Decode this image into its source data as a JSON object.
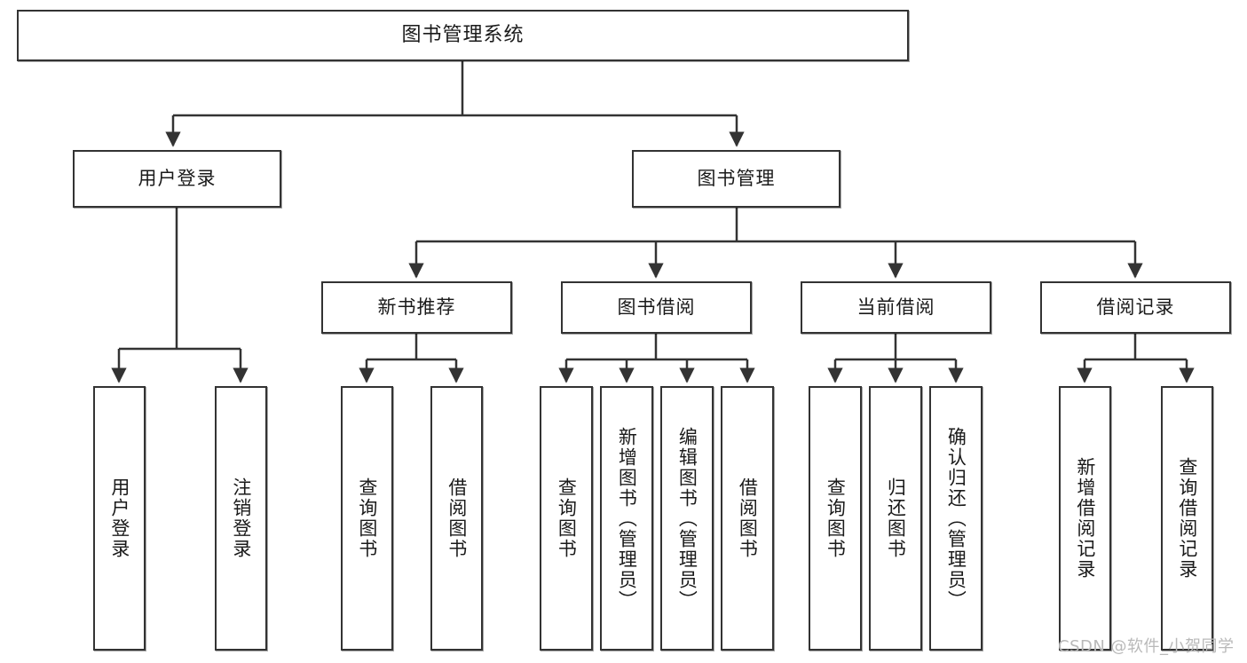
{
  "diagram": {
    "title": "图书管理系统",
    "type": "hierarchy-tree",
    "orientation": "top-down",
    "root": {
      "label": "图书管理系统"
    },
    "level2": [
      {
        "label": "用户登录"
      },
      {
        "label": "图书管理"
      }
    ],
    "level3": [
      {
        "label": "新书推荐"
      },
      {
        "label": "图书借阅"
      },
      {
        "label": "当前借阅"
      },
      {
        "label": "借阅记录"
      }
    ],
    "leaves": {
      "user_login": [
        {
          "label": "用户登录"
        },
        {
          "label": "注销登录"
        }
      ],
      "new_book_recommend": [
        {
          "label": "查询图书"
        },
        {
          "label": "借阅图书"
        }
      ],
      "book_borrow": [
        {
          "label": "查询图书"
        },
        {
          "label": "新增图书（管理员）"
        },
        {
          "label": "编辑图书（管理员）"
        },
        {
          "label": "借阅图书"
        }
      ],
      "current_borrow": [
        {
          "label": "查询图书"
        },
        {
          "label": "归还图书"
        },
        {
          "label": "确认归还（管理员）"
        }
      ],
      "borrow_record": [
        {
          "label": "新增借阅记录"
        },
        {
          "label": "查询借阅记录"
        }
      ]
    }
  },
  "watermark": {
    "text": "CSDN @软件_小贺同学"
  },
  "colors": {
    "border": "#333333",
    "background": "#ffffff",
    "text": "#1a1a1a",
    "watermark": "#b9b9b9"
  }
}
